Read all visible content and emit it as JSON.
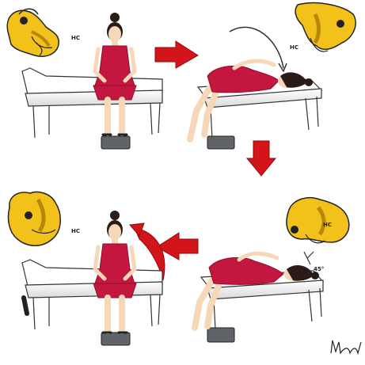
{
  "labels": {
    "panel1_canal": "HC",
    "panel2_canal": "HC",
    "panel3_canal": "HC",
    "panel4_canal": "HC",
    "panel3_angle": "45°"
  },
  "signature": "Mahad",
  "colors": {
    "dress": "#c4173f",
    "dress_shadow": "#8e0d2b",
    "skin": "#f6d8b8",
    "hair": "#2b1b17",
    "labyrinth": "#f2c21a",
    "labyrinth_dark": "#b8870a",
    "arrow": "#d3141b",
    "table": "#f4f4f4",
    "stool": "#606468"
  }
}
